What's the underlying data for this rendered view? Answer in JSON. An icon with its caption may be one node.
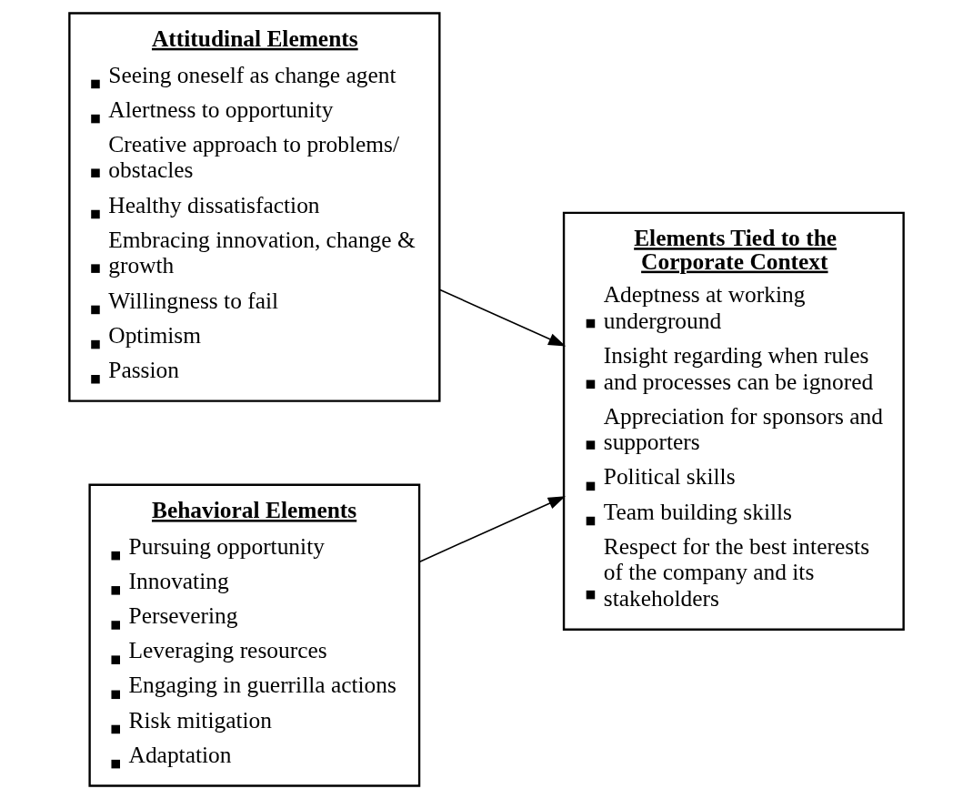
{
  "diagram": {
    "nodes": [
      {
        "text": [
          "Attitudinal Elements",
          "Seeing oneself as change agent",
          "Alertness to opportunity",
          "Creative approach to problems/ obstacles",
          "Healthy dissatisfaction",
          "Embracing innovation, change & growth",
          "Willingness to fail",
          "Optimism",
          "Passion"
        ]
      },
      {
        "text": [
          "Behavioral Elements",
          "Pursuing opportunity",
          "Innovating",
          "Persevering",
          "Leveraging resources",
          "Engaging in guerrilla actions",
          "Risk mitigation",
          "Adaptation"
        ]
      },
      {
        "text": [
          "Elements Tied to the Corporate Context",
          "Adeptness at working underground",
          "Insight regarding when rules and processes can be ignored",
          "Appreciation for sponsors and supporters",
          "Political skills",
          "Team building skills",
          "Respect for the best interests of the company and its stakeholders"
        ]
      }
    ],
    "edges": [
      {
        "from": 0,
        "to": 2,
        "arrow": "to"
      },
      {
        "from": 1,
        "to": 2,
        "arrow": "to"
      }
    ]
  }
}
